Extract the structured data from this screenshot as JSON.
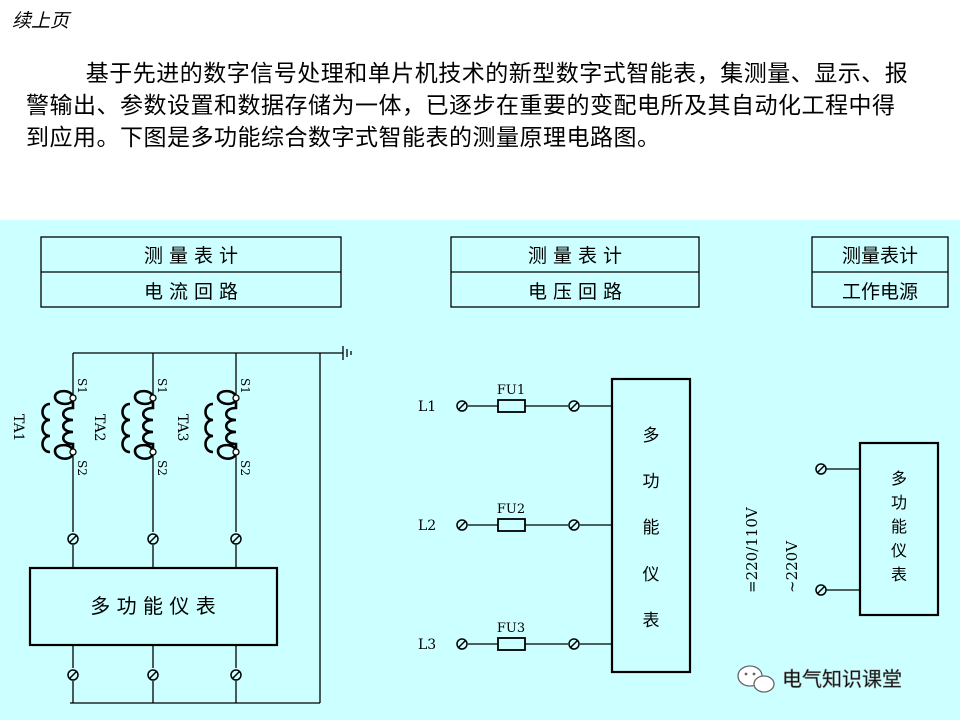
{
  "header": {
    "continued_label": "续上页"
  },
  "intro": {
    "paragraph": "基于先进的数字信号处理和单片机技术的新型数字式智能表，集测量、显示、报警输出、参数设置和数据存储为一体，已逐步在重要的变配电所及其自动化工程中得到应用。下图是多功能综合数字式智能表的测量原理电路图。"
  },
  "diagram": {
    "current_section": {
      "title_line1": "测 量 表 计",
      "title_line2": "电 流 回 路"
    },
    "voltage_section": {
      "title_line1": "测 量 表 计",
      "title_line2": "电 压 回 路"
    },
    "power_section": {
      "title_line1": "测量表计",
      "title_line2": "工作电源"
    },
    "current_transformers": [
      {
        "name": "TA1",
        "s1": "S1",
        "s2": "S2"
      },
      {
        "name": "TA2",
        "s1": "S1",
        "s2": "S2"
      },
      {
        "name": "TA3",
        "s1": "S1",
        "s2": "S2"
      }
    ],
    "current_meter_label": "多 功 能 仪 表",
    "phases": [
      {
        "line": "L1",
        "fuse": "FU1"
      },
      {
        "line": "L2",
        "fuse": "FU2"
      },
      {
        "line": "L3",
        "fuse": "FU3"
      }
    ],
    "voltage_meter_chars": [
      "多",
      "功",
      "能",
      "仪",
      "表"
    ],
    "power_meter_chars": [
      "多",
      "功",
      "能",
      "仪",
      "表"
    ],
    "supply_dc": "=220/110V",
    "supply_ac": "~220V"
  },
  "watermark": {
    "text": "电气知识课堂",
    "icon": "wechat-icon"
  }
}
